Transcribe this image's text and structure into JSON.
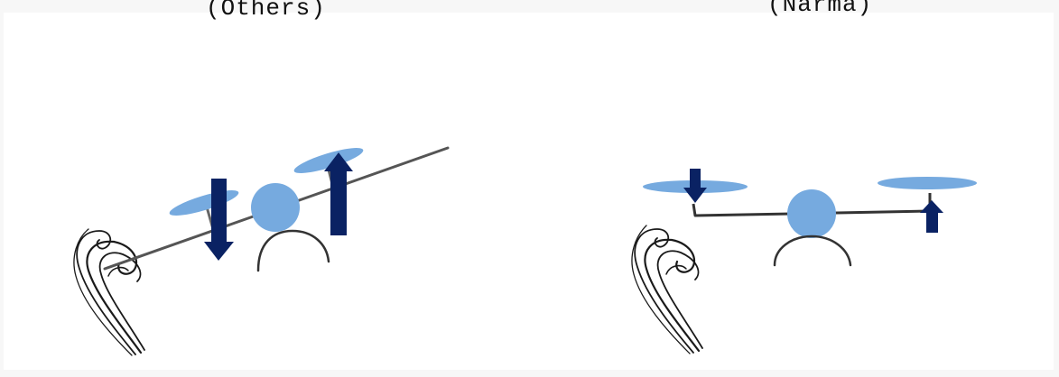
{
  "panels": [
    {
      "label": "(Others)"
    },
    {
      "label": "(Narma)"
    }
  ],
  "colors": {
    "disc": "#76aadf",
    "arrow": "#0a2263",
    "line": "#555555",
    "swirl": "#1a1a1a"
  },
  "icons": [
    "swirl-icon",
    "rotor-disc",
    "arrow-down-icon",
    "arrow-up-icon",
    "body-sphere"
  ]
}
